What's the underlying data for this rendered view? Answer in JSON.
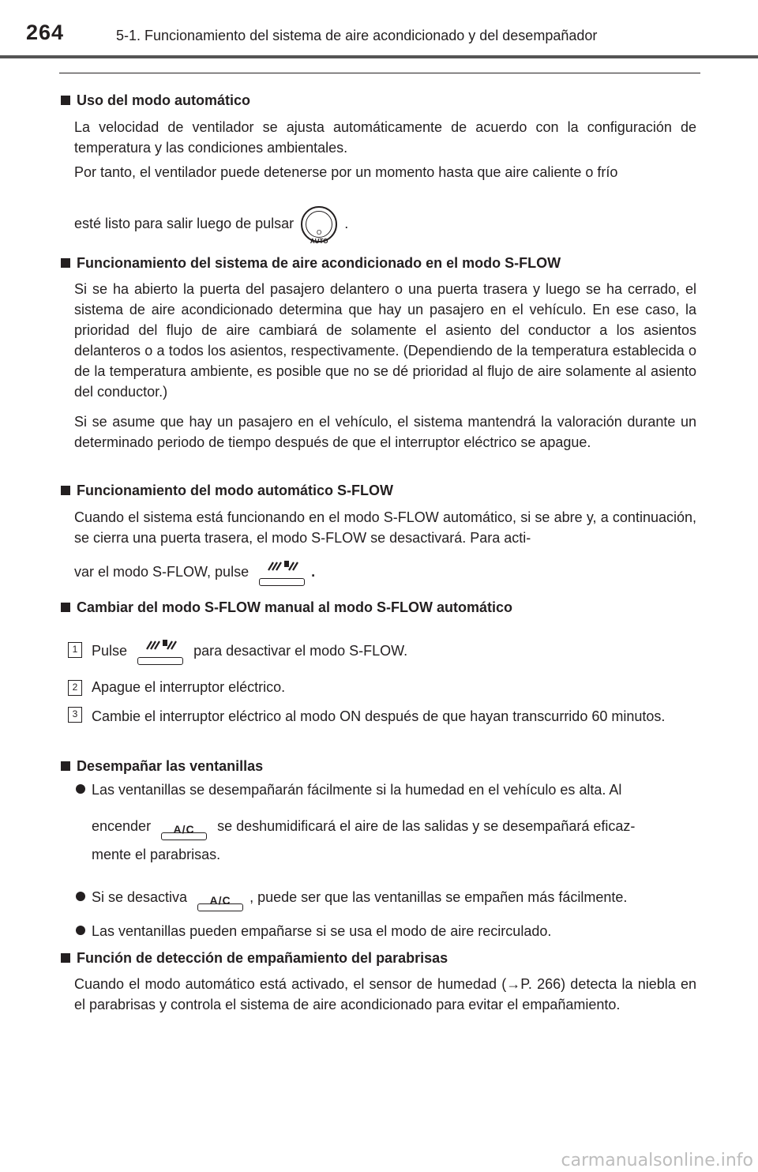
{
  "header": {
    "page_number": "264",
    "section_title": "5-1. Funcionamiento del sistema de aire acondicionado y del desempañador"
  },
  "icons": {
    "auto_button_text": "AUTO",
    "ac_button_text": "A/C"
  },
  "sections": {
    "auto_mode": {
      "heading": "Uso del modo automático",
      "p1": "La velocidad de ventilador se ajusta automáticamente de acuerdo con la configuración de temperatura y las condiciones ambientales.",
      "p2_line1": "Por tanto, el ventilador puede detenerse por un momento hasta que aire caliente o frío",
      "p2_line2_before": "esté listo para salir luego de pulsar",
      "p2_line2_after": "."
    },
    "sflow_operation": {
      "heading": "Funcionamiento del sistema de aire acondicionado en el modo S-FLOW",
      "p1": "Si se ha abierto la puerta del pasajero delantero o una puerta trasera y luego se ha cerrado, el sistema de aire acondicionado determina que hay un pasajero en el vehí­culo. En ese caso, la prioridad del flujo de aire cambiará de solamente el asiento del conductor a los asientos delanteros o a todos los asientos, respectivamente. (Depen­diendo de la temperatura establecida o de la temperatura ambiente, es posible que no se dé prioridad al flujo de aire solamente al asiento del conductor.)",
      "p2": "Si se asume que hay un pasajero en el vehículo, el sistema mantendrá la valoración durante un determinado periodo de tiempo después de que el interruptor eléctrico se apague."
    },
    "sflow_auto": {
      "heading": "Funcionamiento del modo automático S-FLOW",
      "p1": "Cuando el sistema está funcionando en el modo S-FLOW automático, si se abre y, a continuación, se cierra una puerta trasera, el modo S-FLOW se desactivará. Para acti-",
      "p1_line3_before": "var el modo S-FLOW, pulse",
      "p1_line3_after": "."
    },
    "sflow_change": {
      "heading": "Cambiar del modo S-FLOW manual al modo S-FLOW automático",
      "steps": [
        {
          "num": "1",
          "before": "Pulse",
          "after": "para desactivar el modo S-FLOW."
        },
        {
          "num": "2",
          "text": "Apague el interruptor eléctrico."
        },
        {
          "num": "3",
          "text": "Cambie el interruptor eléctrico al modo ON después de que hayan transcurrido 60 minutos."
        }
      ]
    },
    "defog": {
      "heading": "Desempañar las ventanillas",
      "b1_line1": "Las ventanillas se desempañarán fácilmente si la humedad en el vehículo es alta. Al",
      "b1_line2_before": "encender",
      "b1_line2_after": "se deshumidificará el aire de las salidas y se desempañará eficaz-",
      "b1_line3": "mente el parabrisas.",
      "b2_before": "Si se desactiva",
      "b2_after": ", puede ser que las ventanillas se empañen más fácilmente.",
      "b3": "Las ventanillas pueden empañarse si se usa el modo de aire recirculado."
    },
    "fog_detection": {
      "heading": "Función de detección de empañamiento del parabrisas",
      "p1_before": "Cuando el modo automático está activado, el sensor de humedad (",
      "p1_arrow": "→",
      "p1_after": "P. 266) detecta la niebla en el parabrisas y controla el sistema de aire acondicionado para evitar el empañamiento."
    }
  },
  "watermark": "carmanualsonline.info"
}
